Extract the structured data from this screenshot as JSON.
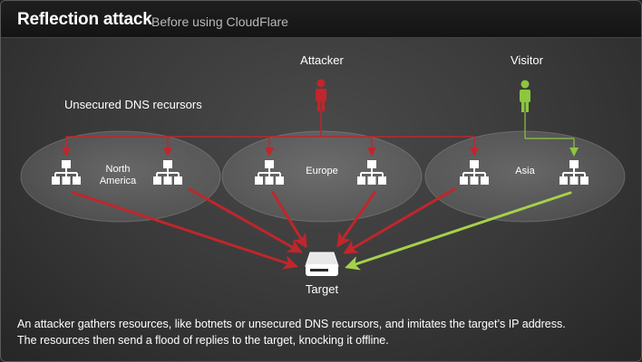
{
  "header": {
    "title": "Reflection attack",
    "subtitle": "Before using CloudFlare"
  },
  "diagram": {
    "attacker_label": "Attacker",
    "visitor_label": "Visitor",
    "recursors_label": "Unsecured DNS recursors",
    "regions": [
      {
        "line1": "North",
        "line2": "America"
      },
      {
        "line1": "Europe"
      },
      {
        "line1": "Asia"
      }
    ],
    "target_label": "Target",
    "colors": {
      "attack": "#c0262c",
      "visitor": "#8dc63f",
      "region": "#8a8a8a"
    },
    "icons": [
      "person-icon",
      "network-hierarchy-icon",
      "server-icon"
    ]
  },
  "caption": {
    "line1": "An attacker gathers resources, like botnets or unsecured DNS recursors, and imitates the target’s IP address.",
    "line2": "The resources then send a flood of replies to the target, knocking it offline."
  }
}
